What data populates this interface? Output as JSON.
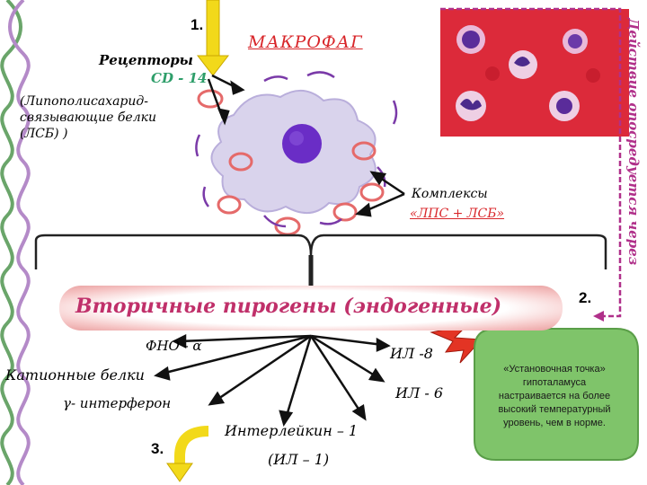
{
  "colors": {
    "title_red": "#d8262a",
    "cd14_green": "#2e9e6a",
    "side_purple": "#b0308a",
    "banner_pink": "#c0306a",
    "bubble_green": "#7fc46a",
    "arrow_yellow": "#f2d91a"
  },
  "diagram": {
    "step1": "1.",
    "title": "МАКРОФАГ",
    "receptors": "Рецепторы",
    "cd14": "CD - 14",
    "lsb_line1": "(Липополисахарид-",
    "lsb_line2": "связывающие белки",
    "lsb_line3": "(ЛСБ) )",
    "complexes": "Комплексы",
    "complexes_sub": "«ЛПС + ЛСБ»",
    "side_text": "Действие опосредуется через",
    "banner": "Вторичные пирогены (эндогенные)",
    "step2": "2.",
    "tnf": "ФНО - α",
    "cationic": "Катионные белки",
    "ifn": "γ- интерферон",
    "il8": "ИЛ -8",
    "il6": "ИЛ - 6",
    "il1": "Интерлейкин – 1",
    "il1b": "(ИЛ – 1)",
    "step3": "3.",
    "bubble": "«Установочная точка» гипоталамуса настраивается на более высокий температурный уровень, чем в норме."
  },
  "icons": [
    "dna-strand-icon",
    "down-arrow-icon",
    "lightning-bolt-icon",
    "curved-arrow-icon"
  ]
}
